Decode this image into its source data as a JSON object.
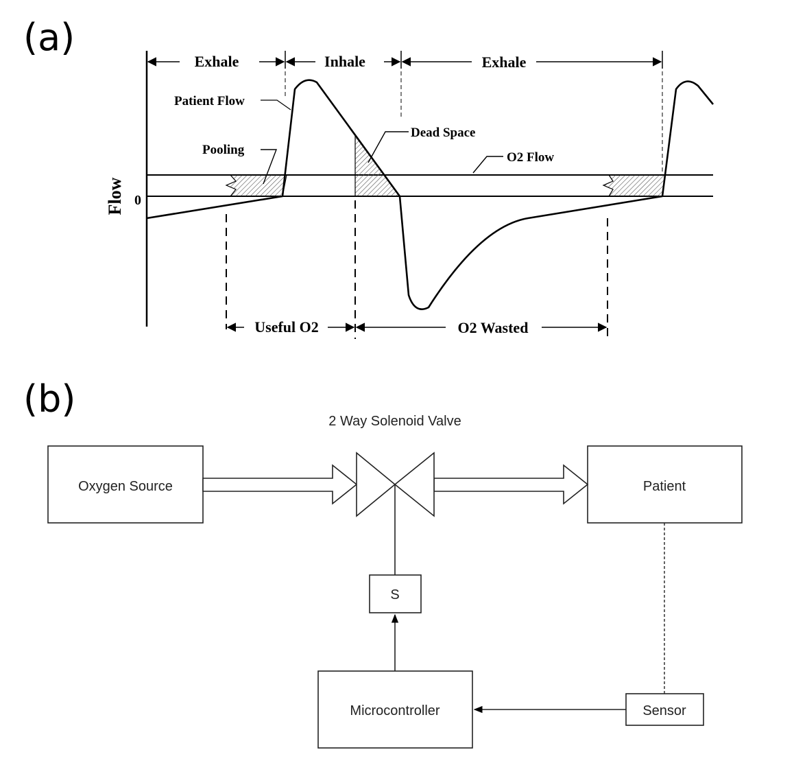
{
  "panel_a": {
    "label": "(a)",
    "phases": {
      "exhale_1": "Exhale",
      "inhale": "Inhale",
      "exhale_2": "Exhale"
    },
    "y_axis": {
      "label": "Flow",
      "zero": "0"
    },
    "annotations": {
      "patient_flow": "Patient Flow",
      "pooling": "Pooling",
      "dead_space": "Dead Space",
      "o2_flow": "O2 Flow"
    },
    "spans": {
      "useful_o2": "Useful O2",
      "o2_wasted": "O2 Wasted"
    }
  },
  "panel_b": {
    "label": "(b)",
    "valve_label": "2 Way Solenoid Valve",
    "blocks": {
      "oxygen_source": "Oxygen Source",
      "patient": "Patient",
      "solenoid": "S",
      "microcontroller": "Microcontroller",
      "sensor": "Sensor"
    }
  }
}
